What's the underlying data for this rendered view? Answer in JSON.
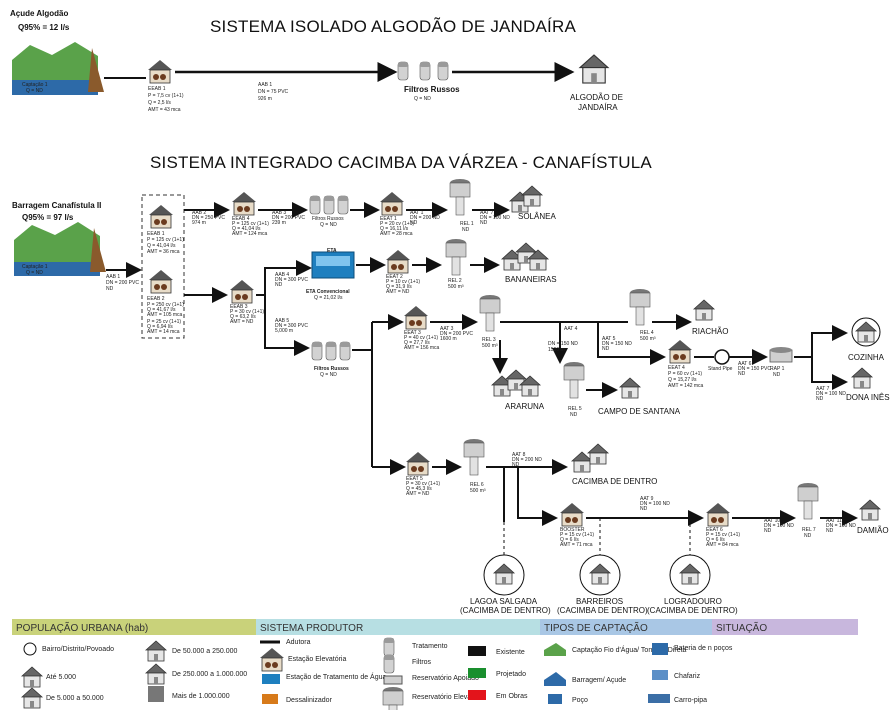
{
  "titles": {
    "sistema_isolado": "SISTEMA ISOLADO ALGODÃO DE JANDAÍRA",
    "sistema_integrado": "SISTEMA INTEGRADO CACIMBA DA VÁRZEA - CANAFÍSTULA"
  },
  "isolado": {
    "source_name": "Açude Algodão",
    "source_flow": "Q95% = 12 l/s",
    "captacao": "Captação 1",
    "captacao_q": "Q = ND",
    "eeab_name": "EEAB 1",
    "eeab_p": "P = 7,5 cv (1+1)",
    "eeab_q": "Q = 2,5 l/s",
    "eeab_amt": "AMT = 43 mca",
    "aab_name": "AAB 1",
    "aab_dn": "DN = 75 PVC",
    "aab_len": "926 m",
    "filtros_name": "Filtros Russos",
    "filtros_q": "Q = ND",
    "dest1": "ALGODÃO DE",
    "dest2": "JANDAÍRA"
  },
  "integrado": {
    "source_name": "Barragem Canafístula II",
    "source_flow": "Q95% = 97 l/s",
    "captacao": "Captação 1",
    "captacao_q": "Q = ND",
    "aab1_name": "AAB 1",
    "aab1_dn": "DN = 200 PVC",
    "aab1_extra": "ND",
    "eeab1_name": "EEAB 1",
    "eeab1_l1": "P = 125 cv (1+1)",
    "eeab1_l2": "Q = 41,04 l/s",
    "eeab1_l3": "AMT = 36 mca",
    "eeab2_name": "EEAB 2",
    "eeab2_l1": "P = 250 cv (1+1)",
    "eeab2_l2": "Q = 41,67 l/s",
    "eeab2_l3": "AMT = 105 mca",
    "eeab2_l4": "P = 25 cv (1+1)",
    "eeab2_l5": "Q = 6,94 l/s",
    "eeab2_l6": "AMT = 14 mca",
    "eeab4_name": "EEAB 4",
    "eeab4_l1": "P = 125 cv (1+1)",
    "eeab4_l2": "Q = 41,04 l/s",
    "eeab4_l3": "AMT = 124 mca",
    "eeab3_name": "EEAB 3",
    "eeab3_l1": "P = 30 cv (1+1)",
    "eeab3_l2": "Q = 63,2 l/s",
    "eeab3_l3": "AMT = ND",
    "aab2_name": "AAB 2",
    "aab2_dn": "DN = 250 PVC",
    "aab2_len": "974 m",
    "aab3_name": "AAB 3",
    "aab3_dn": "DN = 200 PVC",
    "aab3_len": "239 m",
    "aab4_name": "AAB 4",
    "aab4_dn": "DN = 300 PVC",
    "aab4_len": "ND",
    "aab5_name": "AAB 5",
    "aab5_dn": "DN = 300 PVC",
    "aab5_len": "5,000 m",
    "filtros1": "Filtros Russos",
    "filtros1_q": "Q = ND",
    "filtros2": "Filtros Russos",
    "filtros2_q": "Q = ND",
    "eta": "ETA",
    "eta_name": "ETA Convencional",
    "eta_q": "Q = 21,02 l/s",
    "eeat1_name": "EEAT 1",
    "eeat1_l1": "P = 20 cv (1+1)",
    "eeat1_l2": "Q = 16,11 l/s",
    "eeat1_l3": "AMT = 28 mca",
    "aat1_name": "AAT 1",
    "aat1_dn": "DN = 200 ND",
    "aat1_len": "ND",
    "rel1_name": "REL 1",
    "rel1_vol": "ND",
    "aat7_name": "AAT 7",
    "aat7_dn": "DN = 100 ND",
    "aat7_len": "ND",
    "solanea": "SOLÂNEA",
    "eeat2_name": "EEAT 2",
    "eeat2_l1": "P = 10 cv (1+1)",
    "eeat2_l2": "Q = 31,9 l/s",
    "eeat2_l3": "AMT = ND",
    "rel2_name": "REL 2",
    "rel2_vol": "500 m³",
    "bananeiras": "BANANEIRAS",
    "eeat3_name": "EEAT 3",
    "eeat3_l1": "P = 40 cv (1+1)",
    "eeat3_l2": "Q = 27,7 l/s",
    "eeat3_l3": "AMT = 156 mca",
    "aat3_name": "AAT 3",
    "aat3_dn": "DN = 200 PVC",
    "aat3_len": "1600 m",
    "rel3_name": "REL 3",
    "rel3_vol": "500 m³",
    "araruna": "ARARUNA",
    "aat4_name": "AAT 4",
    "aat4_dn": "DN = 150 ND",
    "aat4_len": "1500 m",
    "rel5_name": "REL 5",
    "rel5_vol": "ND",
    "campo": "CAMPO DE SANTANA",
    "rel4_name": "REL 4",
    "rel4_vol": "500 m³",
    "riachao": "RIACHÃO",
    "aat5_name": "AAT 5",
    "aat5_dn": "DN = 150 ND",
    "aat5_len": "ND",
    "eeat4_name": "EEAT 4",
    "eeat4_l1": "P = 60 cv (1+1)",
    "eeat4_l2": "Q = 15,27 l/s",
    "eeat4_l3": "AMT = 142 mca",
    "aat6_name": "AAT 6",
    "aat6_dn": "DN = 150 PVC",
    "aat6_len": "ND",
    "rap1_name": "RAP 1",
    "rap1_vol": "ND",
    "stand_pipe": "Stand Pipe",
    "aat7b_name": "AAT 7",
    "aat7b_dn": "DN = 100 ND",
    "aat7b_len": "ND",
    "cozinha": "COZINHA",
    "dona_ines": "DONA INÊS",
    "eeat5_name": "EEAT 5",
    "eeat5_l1": "P = 30 cv (1+1)",
    "eeat5_l2": "Q = 45,3 l/s",
    "eeat5_l3": "AMT = ND",
    "rel6_name": "REL 6",
    "rel6_vol": "500 m³",
    "aat8_name": "AAT 8",
    "aat8_dn": "DN = 200 ND",
    "aat8_len": "ND",
    "cacimba": "CACIMBA DE DENTRO",
    "booster_name": "BOOSTER",
    "booster_l1": "P = 15 cv (1+1)",
    "booster_l2": "Q = 6 l/s",
    "booster_l3": "AMT = 71 mca",
    "aat9_name": "AAT 9",
    "aat9_dn": "DN = 100 ND",
    "aat9_len": "ND",
    "eeat6_name": "EEAT 6",
    "eeat6_l1": "P = 15 cv (1+1)",
    "eeat6_l2": "Q = 6 l/s",
    "eeat6_l3": "AMT = 84 mca",
    "aat10_name": "AAT 10",
    "aat10_dn": "DN = 100 ND",
    "aat10_len": "ND",
    "rel7_name": "REL 7",
    "rel7_vol": "ND",
    "aat11_name": "AAT 11",
    "aat11_dn": "DN = 100 ND",
    "aat11_len": "ND",
    "damiao": "DAMIÃO",
    "lagoa1": "LAGOA SALGADA",
    "lagoa2": "(CACIMBA DE DENTRO)",
    "barreiros1": "BARREIROS",
    "barreiros2": "(CACIMBA DE DENTRO)",
    "logradouro1": "LOGRADOURO",
    "logradouro2": "(CACIMBA DE DENTRO)"
  },
  "legend": {
    "h_pop": "POPULAÇÃO URBANA (hab)",
    "h_sist": "SISTEMA PRODUTOR",
    "h_tipos": "TIPOS DE CAPTAÇÃO",
    "h_sit": "SITUAÇÃO",
    "pop": [
      "Bairro/Distrito/Povoado",
      "Até 5.000",
      "De 5.000 a 50.000",
      "De 50.000 a 250.000",
      "De 250.000 a 1.000.000",
      "Mais de 1.000.000"
    ],
    "sist": [
      "Adutora",
      "Estação Elevatória",
      "Estação de Tratamento de Água",
      "Dessalinizador",
      "Tratamento",
      "Filtros",
      "Reservatório Apoiado",
      "Reservatório Elevado"
    ],
    "sit": [
      "Existente",
      "Projetado",
      "Em Obras"
    ],
    "tipos": [
      "Captação Fio d'Água/ Tomada Direta",
      "Barragem/ Açude",
      "Poço",
      "Bateria de n poços",
      "Chafariz",
      "Carro-pipa"
    ],
    "colors": {
      "existente": "#111111",
      "projetado": "#1a8f2e",
      "em_obras": "#e3141b",
      "pop_bg": "#c9d27a",
      "sist_bg": "#b7dfe3",
      "tipos_bg": "#a9c7e5",
      "sit_bg": "#c8b7dd"
    }
  }
}
